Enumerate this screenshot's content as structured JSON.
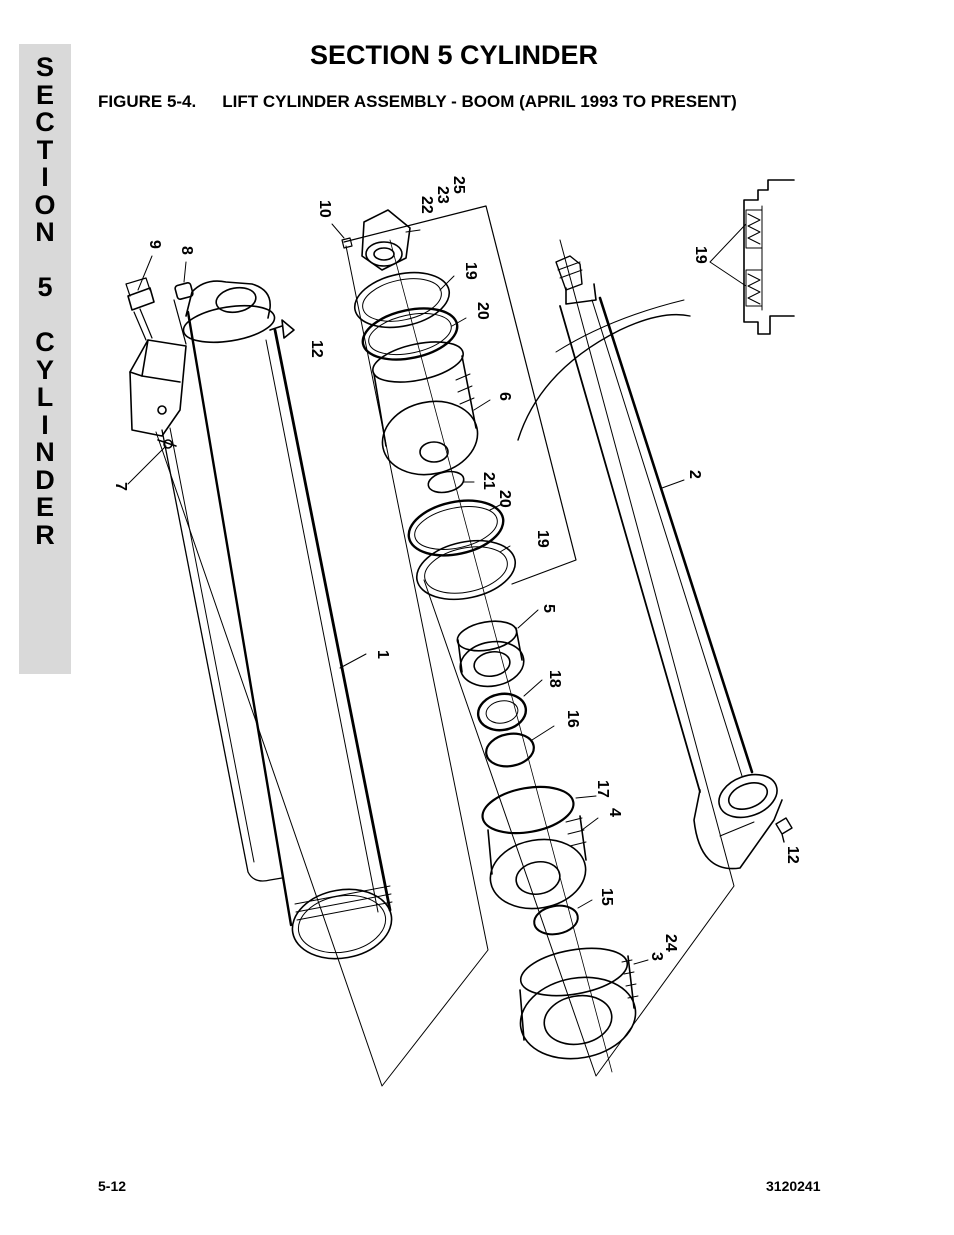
{
  "side_tab": {
    "word1": [
      "S",
      "E",
      "C",
      "T",
      "I",
      "O",
      "N"
    ],
    "word2": [
      "5"
    ],
    "word3": [
      "C",
      "Y",
      "L",
      "I",
      "N",
      "D",
      "E",
      "R"
    ]
  },
  "header": {
    "section_title": "SECTION 5  CYLINDER",
    "figure_label": "FIGURE 5-4.",
    "figure_caption": "LIFT CYLINDER ASSEMBLY - BOOM (APRIL 1993 TO PRESENT)"
  },
  "callouts": {
    "c1": "1",
    "c2": "2",
    "c3": "3",
    "c4": "4",
    "c5": "5",
    "c6": "6",
    "c7": "7",
    "c8": "8",
    "c9": "9",
    "c10": "10",
    "c12a": "12",
    "c12b": "12",
    "c15": "15",
    "c16": "16",
    "c17": "17",
    "c18": "18",
    "c19a": "19",
    "c19b": "19",
    "c19c": "19",
    "c20a": "20",
    "c20b": "20",
    "c21": "21",
    "c22": "22",
    "c23": "23",
    "c24": "24",
    "c25": "25"
  },
  "footer": {
    "page_number": "5-12",
    "doc_number": "3120241"
  }
}
